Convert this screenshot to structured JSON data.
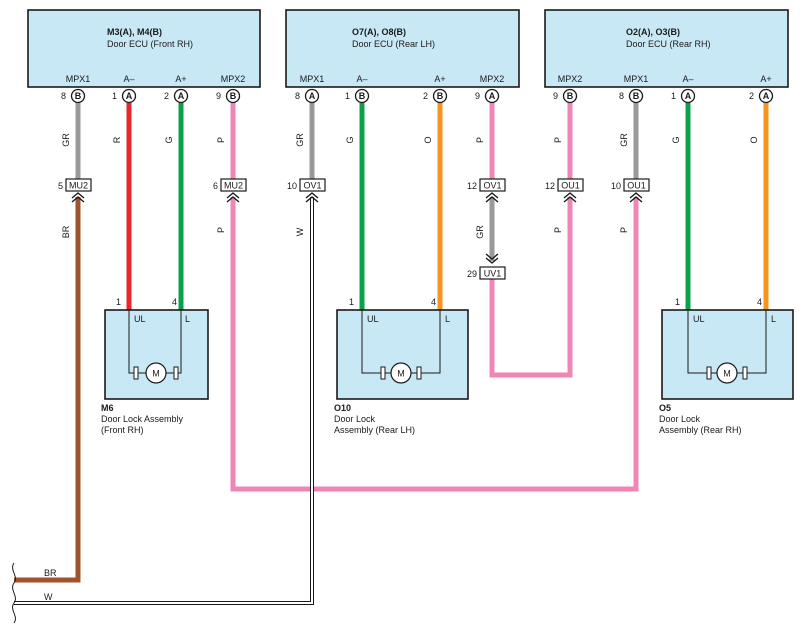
{
  "ecus": [
    {
      "id": "front-rh",
      "code": "M3(A), M4(B)",
      "name": "Door ECU (Front RH)",
      "pins": [
        {
          "label": "MPX1",
          "num": "8",
          "conn": "B"
        },
        {
          "label": "A–",
          "num": "1",
          "conn": "A"
        },
        {
          "label": "A+",
          "num": "2",
          "conn": "A"
        },
        {
          "label": "MPX2",
          "num": "9",
          "conn": "B"
        }
      ]
    },
    {
      "id": "rear-lh",
      "code": "O7(A), O8(B)",
      "name": "Door ECU (Rear LH)",
      "pins": [
        {
          "label": "MPX1",
          "num": "8",
          "conn": "A"
        },
        {
          "label": "A–",
          "num": "1",
          "conn": "B"
        },
        {
          "label": "A+",
          "num": "2",
          "conn": "B"
        },
        {
          "label": "MPX2",
          "num": "9",
          "conn": "A"
        }
      ]
    },
    {
      "id": "rear-rh",
      "code": "O2(A), O3(B)",
      "name": "Door ECU (Rear RH)",
      "pins": [
        {
          "label": "MPX2",
          "num": "9",
          "conn": "B"
        },
        {
          "label": "MPX1",
          "num": "8",
          "conn": "B"
        },
        {
          "label": "A–",
          "num": "1",
          "conn": "A"
        },
        {
          "label": "A+",
          "num": "2",
          "conn": "A"
        }
      ]
    }
  ],
  "wire_colors": {
    "GR": "#9a9a9a",
    "R": "#e8262c",
    "G": "#0ba14b",
    "P": "#ef86b6",
    "O": "#f7941d",
    "BR": "#a0522d",
    "W": "#ffffff"
  },
  "wire_labels": {
    "fr_mpx1": "GR",
    "fr_am": "R",
    "fr_ap": "G",
    "fr_mpx2": "P",
    "fr_br": "BR",
    "fr_p2": "P",
    "rl_mpx1": "GR",
    "rl_w": "W",
    "rl_am": "G",
    "rl_ap": "O",
    "rl_mpx2": "P",
    "rl_gr": "GR",
    "rr_mpx2": "P",
    "rr_mpx1": "GR",
    "rr_am": "G",
    "rr_ap": "O",
    "rr_p_lo": "P",
    "rr_p2": "P",
    "edge_br": "BR",
    "edge_w": "W"
  },
  "connectors": [
    {
      "id": "mu2-a",
      "pin": "5",
      "name": "MU2"
    },
    {
      "id": "mu2-b",
      "pin": "6",
      "name": "MU2"
    },
    {
      "id": "ov1-a",
      "pin": "10",
      "name": "OV1"
    },
    {
      "id": "ov1-b",
      "pin": "12",
      "name": "OV1"
    },
    {
      "id": "uv1",
      "pin": "29",
      "name": "UV1"
    },
    {
      "id": "ou1-a",
      "pin": "12",
      "name": "OU1"
    },
    {
      "id": "ou1-b",
      "pin": "10",
      "name": "OU1"
    }
  ],
  "locks": [
    {
      "id": "m6",
      "code": "M6",
      "line1": "Door Lock Assembly",
      "line2": "(Front RH)",
      "pin_ul": "1",
      "pin_l": "4",
      "term_ul": "UL",
      "term_l": "L",
      "motor": "M"
    },
    {
      "id": "o10",
      "code": "O10",
      "line1": "Door Lock",
      "line2": "Assembly (Rear LH)",
      "pin_ul": "1",
      "pin_l": "4",
      "term_ul": "UL",
      "term_l": "L",
      "motor": "M"
    },
    {
      "id": "o5",
      "code": "O5",
      "line1": "Door Lock",
      "line2": "Assembly (Rear RH)",
      "pin_ul": "1",
      "pin_l": "4",
      "term_ul": "UL",
      "term_l": "L",
      "motor": "M"
    }
  ]
}
